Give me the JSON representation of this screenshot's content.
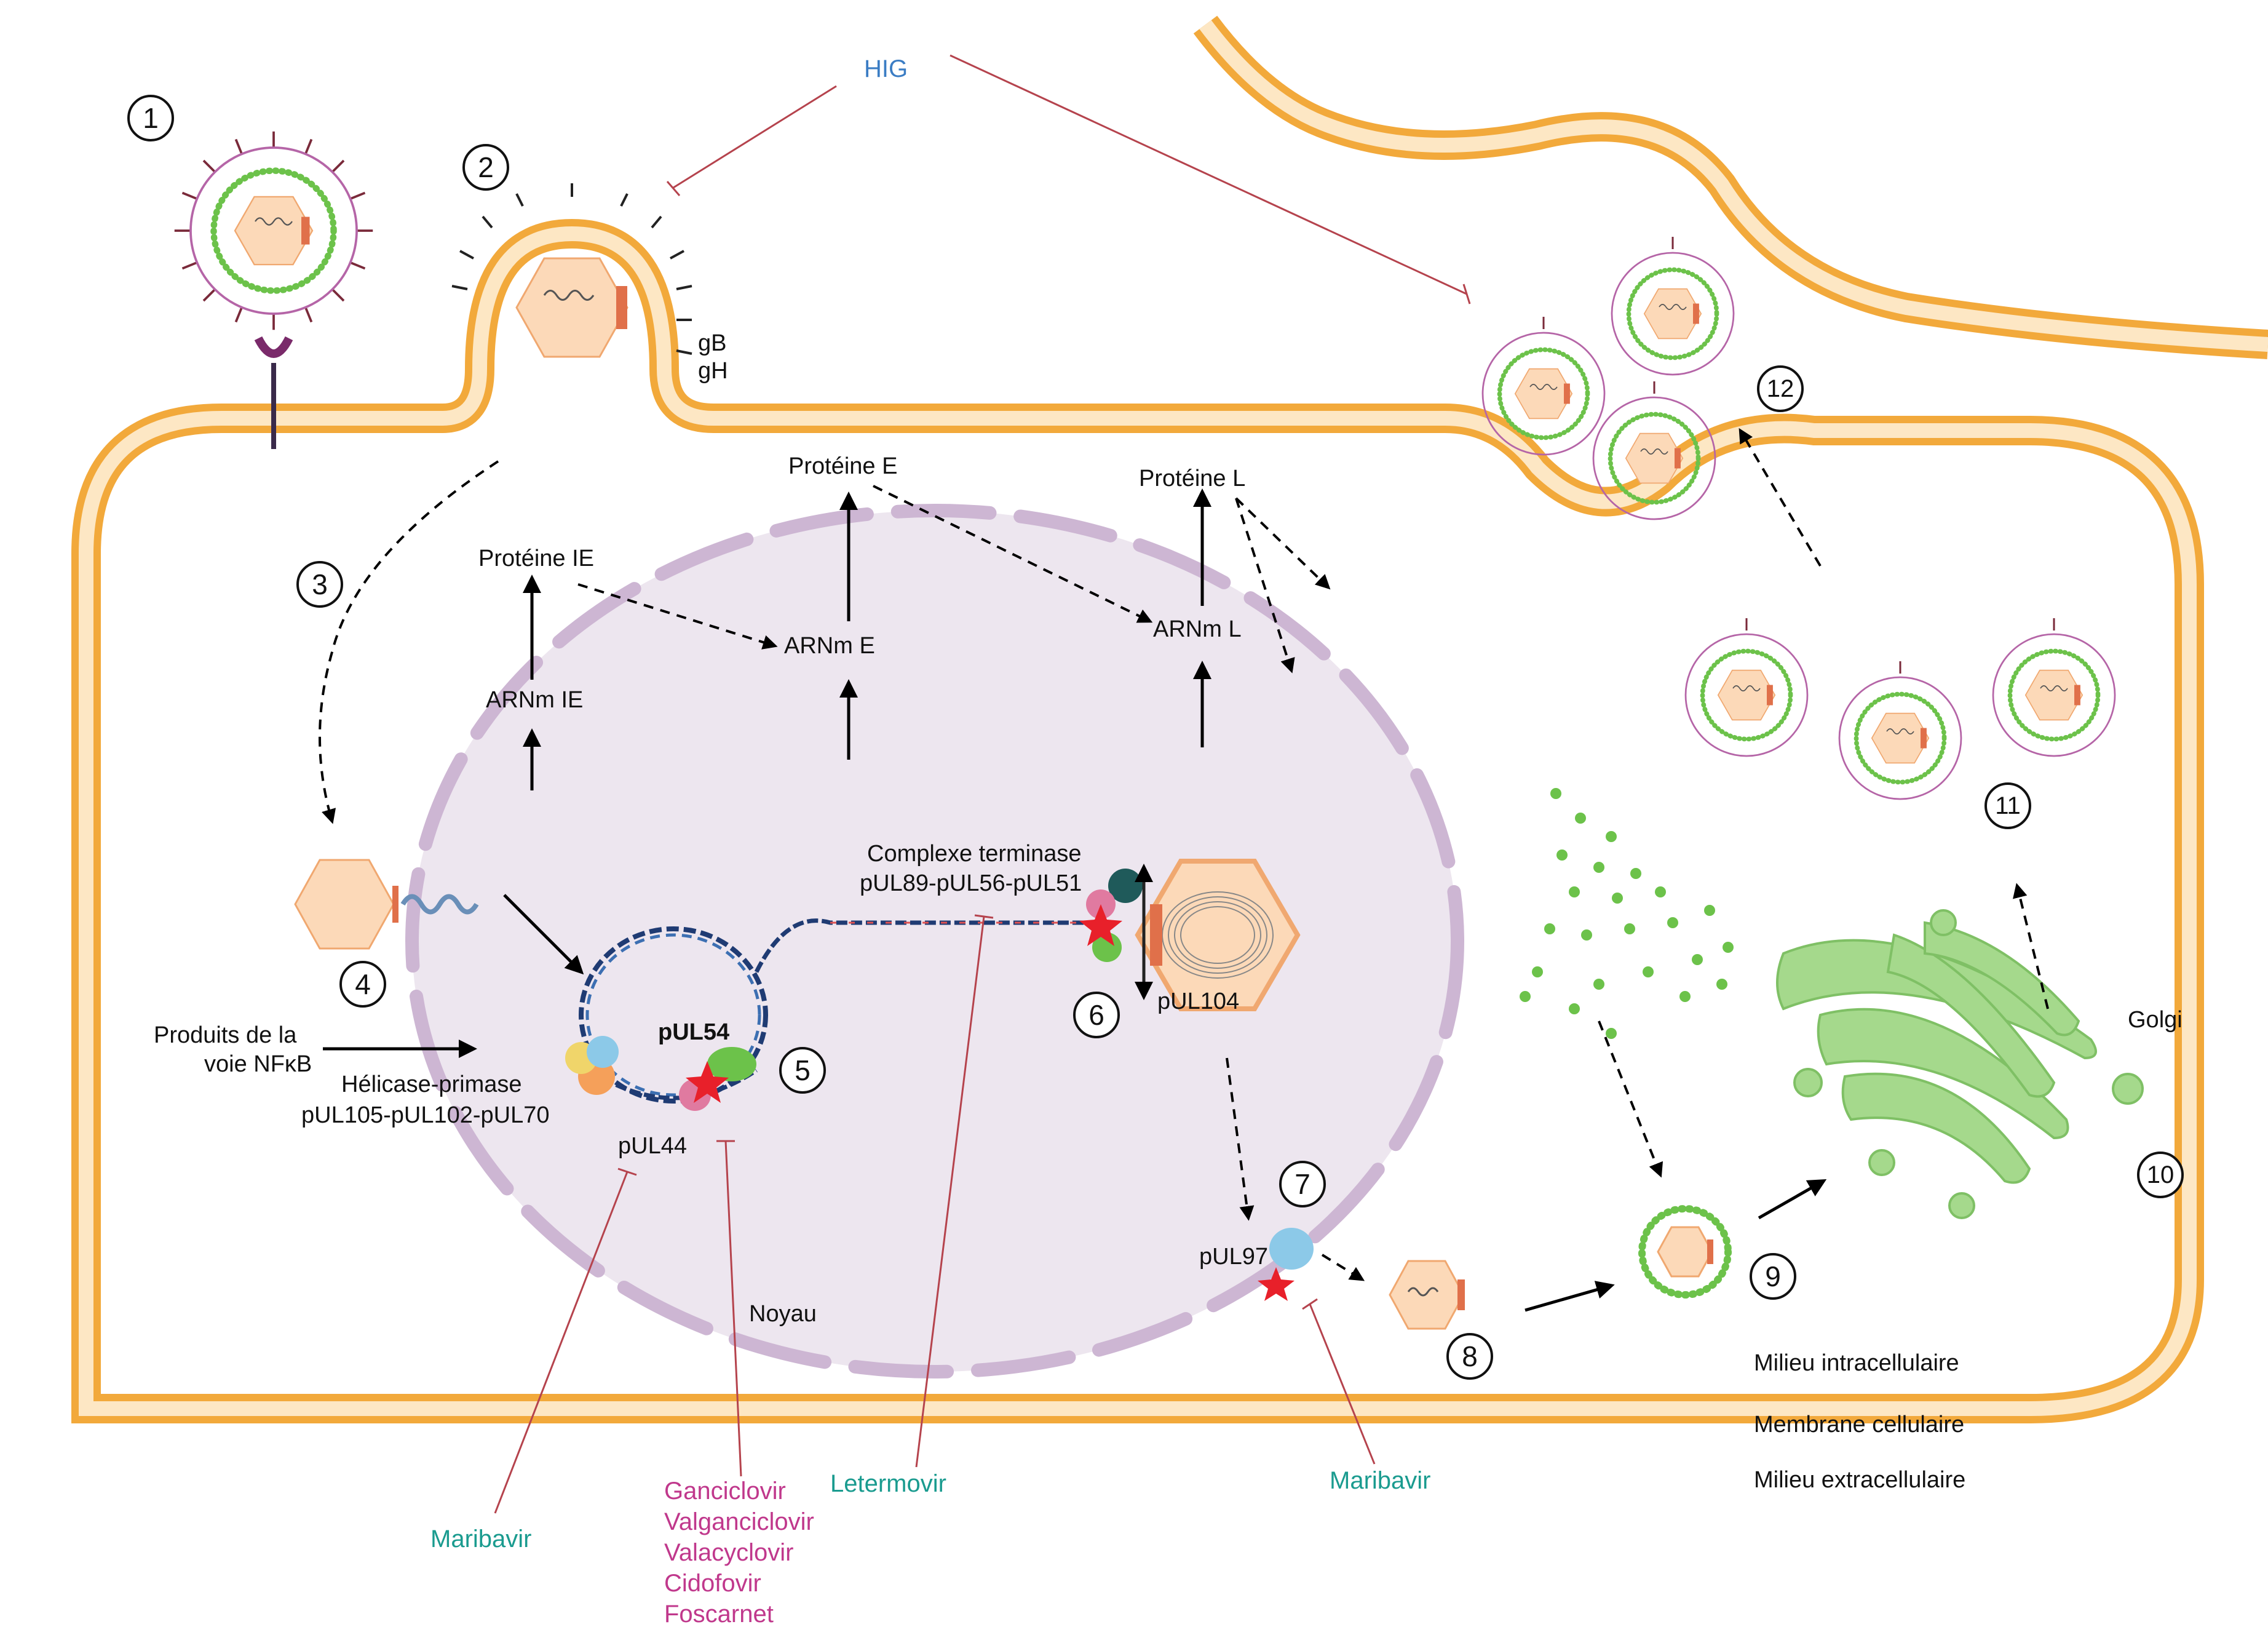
{
  "labels": {
    "hig": "HIG",
    "gb": "gB",
    "gh": "gH",
    "protein_ie": "Protéine IE",
    "protein_e": "Protéine E",
    "protein_l": "Protéine L",
    "arnm_ie": "ARNm IE",
    "arnm_e": "ARNm E",
    "arnm_l": "ARNm L",
    "terminase_title": "Complexe terminase",
    "terminase_genes": "pUL89-pUL56-pUL51",
    "pul104": "pUL104",
    "pul54": "pUL54",
    "pul44": "pUL44",
    "pul97": "pUL97",
    "nfkb_line1": "Produits de la",
    "nfkb_line2": "voie NFκB",
    "helicase_title": "Hélicase-primase",
    "helicase_genes": "pUL105-pUL102-pUL70",
    "noyau": "Noyau",
    "golgi": "Golgi",
    "milieu_intra": "Milieu intracellulaire",
    "membrane": "Membrane cellulaire",
    "milieu_extra": "Milieu extracellulaire"
  },
  "drugs": {
    "maribavir_left": "Maribavir",
    "maribavir_right": "Maribavir",
    "letermovir": "Letermovir",
    "polymerase_inhibitors": [
      "Ganciclovir",
      "Valganciclovir",
      "Valacyclovir",
      "Cidofovir",
      "Foscarnet"
    ]
  },
  "steps": [
    "1",
    "2",
    "3",
    "4",
    "5",
    "6",
    "7",
    "8",
    "9",
    "10",
    "11",
    "12"
  ],
  "colors": {
    "membrane": "#f2a93b",
    "membrane_inner": "#fde7c4",
    "nucleus": "#ede6ef",
    "nuclear_envelope": "#cdb6d3",
    "capsid": "#fcd9b8",
    "capsid_stroke": "#f0a870",
    "envelope": "#b565a7",
    "tegument": "#6cc24a",
    "spike": "#7a2a3a",
    "golgi": "#a5d98c",
    "inhibitor_line": "#b5434d",
    "drug_teal": "#1a9b8f",
    "drug_pink": "#c0388c",
    "hig_blue": "#3b7dc4",
    "red_star": "#e8202a"
  }
}
